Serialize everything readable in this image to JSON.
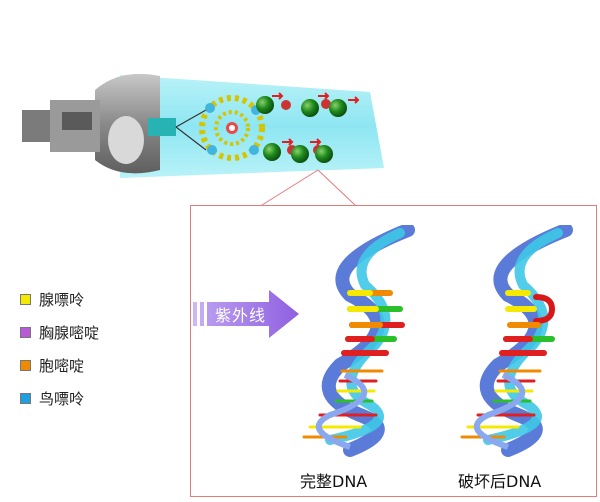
{
  "legend": {
    "items": [
      {
        "label": "腺嘌呤",
        "color": "#f5e900"
      },
      {
        "label": "胸腺嘧啶",
        "color": "#b85ad8"
      },
      {
        "label": "胞嘧啶",
        "color": "#f08a00"
      },
      {
        "label": "鸟嘌呤",
        "color": "#1f9fe0"
      }
    ]
  },
  "panel": {
    "uv_label": "紫外线",
    "captions": [
      "完整DNA",
      "破坏后DNA"
    ]
  },
  "colors": {
    "tube": "#8ee6f2",
    "panel_border": "#e27c7c",
    "arrow": "#9b6fe0",
    "dna_blue": "#5b7bd8",
    "dna_cyan": "#3ec8e8"
  }
}
